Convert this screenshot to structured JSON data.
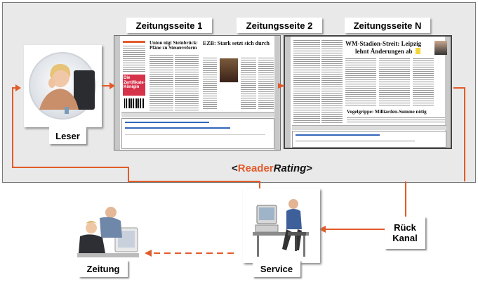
{
  "pages": [
    {
      "label": "Zeitungsseite 1"
    },
    {
      "label": "Zeitungsseite 2"
    },
    {
      "label": "Zeitungsseite N"
    }
  ],
  "newspaper": {
    "headline_left": "Union nigt Steinbrück: Pläne zu Steuerreform",
    "headline_mid": "EZB: Stark setzt sich durch",
    "headline_n1": "WM-Stadion-Streit: Leipzig",
    "headline_n2": "lehnt Änderungen ab",
    "headline_n3": "Vogelgrippe: Milliarden-Summe nötig",
    "photo_caption": "Die Zertifikate-Königin"
  },
  "nodes": {
    "reader": "Leser",
    "newspaper": "Zeitung",
    "service": "Service",
    "back_channel_line1": "Rück",
    "back_channel_line2": "Kanal"
  },
  "brand": {
    "open": "<",
    "part1": "Reader",
    "part2": "Rating",
    "close": ">"
  },
  "colors": {
    "accent": "#e25b2a",
    "panel": "#e9e9e9"
  }
}
